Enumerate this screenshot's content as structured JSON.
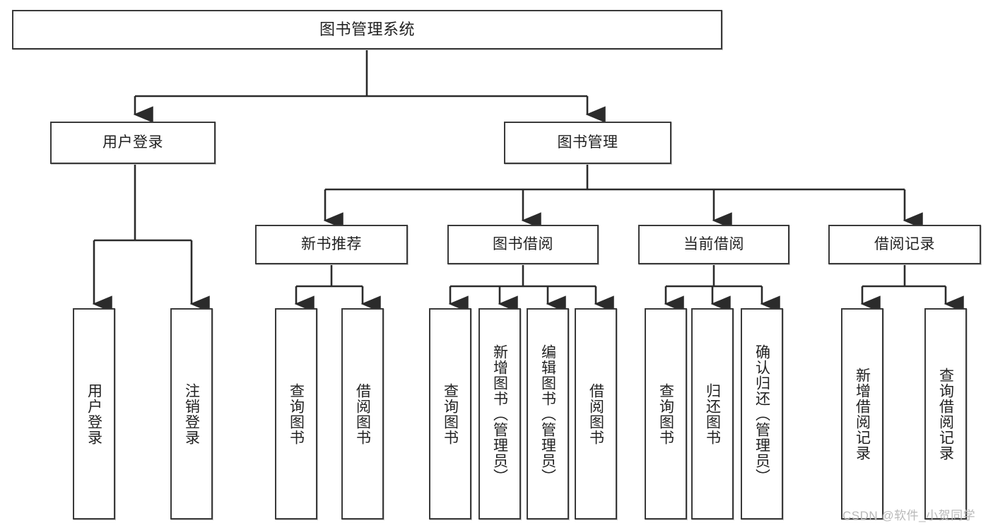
{
  "diagram": {
    "type": "tree-hierarchy",
    "title": "图书管理系统",
    "watermark": "CSDN @软件_小贺同学",
    "colors": {
      "border": "#3a3a3a",
      "background": "#ffffff",
      "text": "#222222",
      "connector": "#2b2b2b",
      "watermark": "#b9b9b9"
    },
    "levels": {
      "root": {
        "label": "图书管理系统"
      },
      "level2": [
        {
          "key": "user-login",
          "label": "用户登录"
        },
        {
          "key": "book-manage",
          "label": "图书管理"
        }
      ],
      "level3": [
        {
          "key": "new-book-recommend",
          "label": "新书推荐"
        },
        {
          "key": "book-borrow",
          "label": "图书借阅"
        },
        {
          "key": "current-borrow",
          "label": "当前借阅"
        },
        {
          "key": "borrow-record",
          "label": "借阅记录"
        }
      ],
      "leaves": [
        {
          "key": "leaf-user-login",
          "label": "用户登录",
          "parent": "user-login"
        },
        {
          "key": "leaf-logout-login",
          "label": "注销登录",
          "parent": "user-login"
        },
        {
          "key": "leaf-query-book-1",
          "label": "查询图书",
          "parent": "new-book-recommend"
        },
        {
          "key": "leaf-borrow-book-1",
          "label": "借阅图书",
          "parent": "new-book-recommend"
        },
        {
          "key": "leaf-query-book-2",
          "label": "查询图书",
          "parent": "book-borrow"
        },
        {
          "key": "leaf-add-book",
          "label": "新增图书（管理员）",
          "parent": "book-borrow"
        },
        {
          "key": "leaf-edit-book",
          "label": "编辑图书（管理员）",
          "parent": "book-borrow"
        },
        {
          "key": "leaf-borrow-book-2",
          "label": "借阅图书",
          "parent": "book-borrow"
        },
        {
          "key": "leaf-query-book-3",
          "label": "查询图书",
          "parent": "current-borrow"
        },
        {
          "key": "leaf-return-book",
          "label": "归还图书",
          "parent": "current-borrow"
        },
        {
          "key": "leaf-confirm-return",
          "label": "确认归还（管理员）",
          "parent": "current-borrow"
        },
        {
          "key": "leaf-add-record",
          "label": "新增借阅记录",
          "parent": "borrow-record"
        },
        {
          "key": "leaf-query-record",
          "label": "查询借阅记录",
          "parent": "borrow-record"
        }
      ]
    }
  }
}
